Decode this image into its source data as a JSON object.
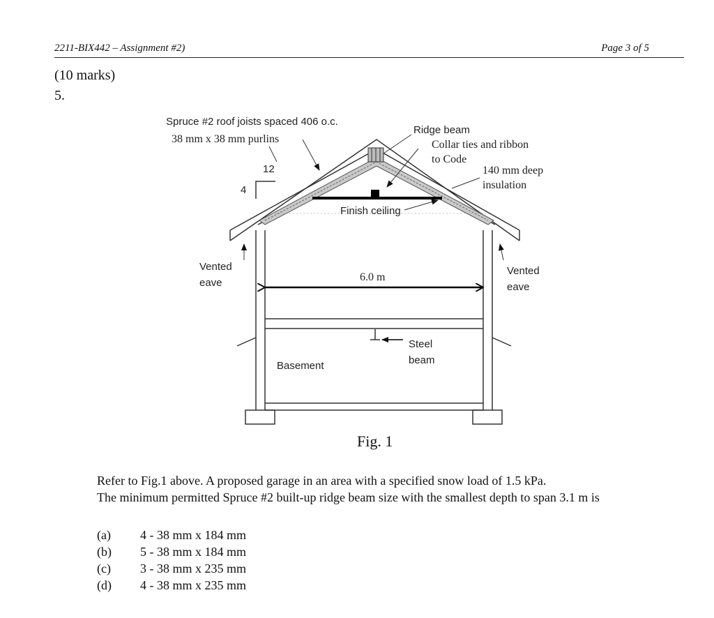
{
  "header": {
    "left": "2211-BIX442 – Assignment #2)",
    "right": "Page 3 of 5"
  },
  "question": {
    "marks": "(10 marks)",
    "number": "5.",
    "stem_line1": "Refer to Fig.1 above.  A proposed garage in an area with a specified snow load of 1.5 kPa.",
    "stem_line2": "The minimum permitted Spruce #2 built-up ridge beam size with the smallest depth to span 3.1 m is",
    "options": [
      {
        "key": "(a)",
        "text": "4 - 38 mm x 184 mm"
      },
      {
        "key": "(b)",
        "text": "5 - 38 mm x 184 mm"
      },
      {
        "key": "(c)",
        "text": "3 - 38 mm x 235 mm"
      },
      {
        "key": "(d)",
        "text": "4 - 38 mm x 235 mm"
      }
    ]
  },
  "figure": {
    "caption": "Fig. 1",
    "labels": {
      "roof_joists": "Spruce #2 roof joists spaced 406 o.c.",
      "purlins": "38 mm x 38 mm purlins",
      "ridge_beam": "Ridge beam",
      "collar_ties": "Collar ties and ribbon",
      "to_code": "to Code",
      "insulation_1": "140 mm deep",
      "insulation_2": "insulation",
      "slope_run": "12",
      "slope_rise": "4",
      "finish_ceiling": "Finish ceiling",
      "vented_left_1": "Vented",
      "vented_left_2": "eave",
      "vented_right_1": "Vented",
      "vented_right_2": "eave",
      "span": "6.0 m",
      "steel_1": "Steel",
      "steel_2": "beam",
      "basement": "Basement"
    }
  }
}
